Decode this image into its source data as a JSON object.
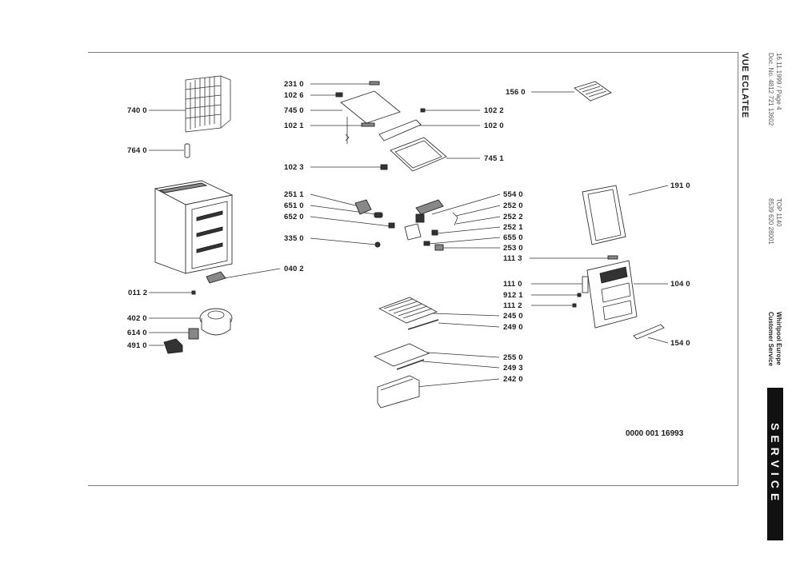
{
  "header": {
    "title": "VUE ECLATEE",
    "ref_line1": "16.11.1999 / Page 4",
    "ref_line2": "Doc. No. 4812 721 13602",
    "model_line1": "TOP 1140",
    "model_line2": "8539 620 28001",
    "brand_line1": "Whirlpool Europe",
    "brand_line2": "Customer Service"
  },
  "service_tab": "SERVICE",
  "document_number": "0000 001 16993",
  "labels": {
    "l7400": "740 0",
    "l7640": "764 0",
    "l0402": "040 2",
    "l0112": "011 2",
    "l4020": "402 0",
    "l6140": "614 0",
    "l4910": "491 0",
    "l2310": "231 0",
    "l1026": "102 6",
    "l7450": "745 0",
    "l1021": "102 1",
    "l1023": "102 3",
    "l1022": "102 2",
    "l1020": "102 0",
    "l7451": "745 1",
    "l1560": "156 0",
    "l2511": "251 1",
    "l6510": "651 0",
    "l6520": "652 0",
    "l3350": "335 0",
    "l5540": "554 0",
    "l2520": "252 0",
    "l2522": "252 2",
    "l2521": "252 1",
    "l6550": "655 0",
    "l2530": "253 0",
    "l1113": "111 3",
    "l1910": "191 0",
    "l1040": "104 0",
    "l1110": "111 0",
    "l9121": "912 1",
    "l1112": "111 2",
    "l1540": "154 0",
    "l2450": "245 0",
    "l2490": "249 0",
    "l2550": "255 0",
    "l2493": "249 3",
    "l2420": "242 0"
  }
}
